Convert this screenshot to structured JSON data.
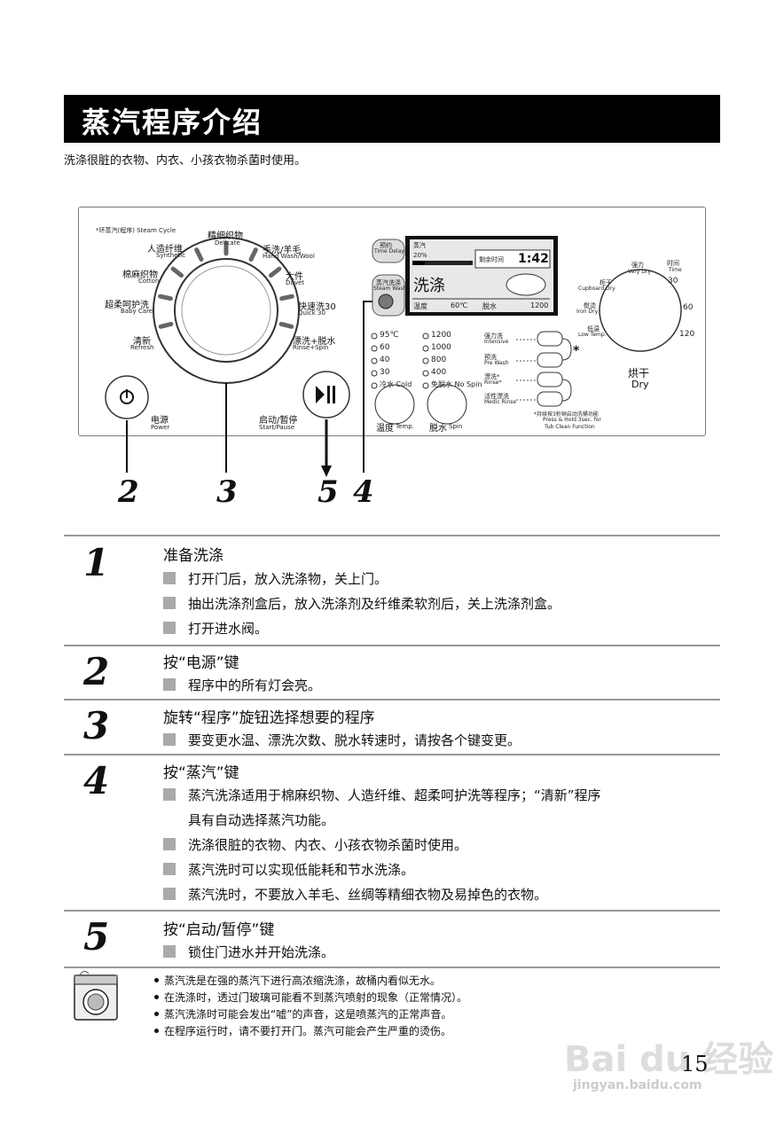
{
  "header": {
    "title": "蒸汽程序介绍",
    "subtitle": "洗涤很脏的衣物、内衣、小孩衣物杀菌时使用。"
  },
  "panel": {
    "steam_cycle_label": "*环蒸汽(程序) Steam Cycle",
    "programs": [
      {
        "zh": "精细织物",
        "en": "Delicate"
      },
      {
        "zh": "手洗/羊毛",
        "en": "Hand Wash/Wool"
      },
      {
        "zh": "大件",
        "en": "Duvet"
      },
      {
        "zh": "快速洗30",
        "en": "Quick 30"
      },
      {
        "zh": "漂洗+脱水",
        "en": "Rinse+Spin"
      },
      {
        "zh": "清新",
        "en": "Refresh"
      },
      {
        "zh": "超柔呵护洗",
        "en": "Baby Care"
      },
      {
        "zh": "棉麻织物",
        "en": "Cotton"
      },
      {
        "zh": "人造纤维",
        "en": "Synthetic"
      }
    ],
    "power": {
      "zh": "电源",
      "en": "Power"
    },
    "start": {
      "zh": "启动/暂停",
      "en": "Start/Pause"
    },
    "time_delay": {
      "zh": "预约",
      "en": "Time Delay"
    },
    "steam_wash": {
      "zh": "蒸汽洗涤",
      "en": "Steam Wash"
    },
    "display": {
      "mode": "蒸汽",
      "percent": "20%",
      "remaining_label": "剩余时间",
      "remaining_time": "1:42",
      "program_name": "洗涤",
      "temp_label": "温度",
      "temp_value": "60℃",
      "spin_label": "脱水",
      "spin_value": "1200"
    },
    "temps": [
      "95℃",
      "60",
      "40",
      "30",
      "冷水 Cold"
    ],
    "spins": [
      "1200",
      "1000",
      "800",
      "400",
      "免脱水 No Spin"
    ],
    "temp_button": {
      "zh": "温度",
      "en": "Temp."
    },
    "spin_button": {
      "zh": "脱水",
      "en": "Spin"
    },
    "options": [
      {
        "zh": "强力洗",
        "en": "Intensive"
      },
      {
        "zh": "预洗",
        "en": "Pre Wash"
      },
      {
        "zh": "漂洗*",
        "en": "Rinse*"
      },
      {
        "zh": "活性漂洗",
        "en": "Medic Rinse"
      }
    ],
    "option_star": "*",
    "tub_clean_note": [
      "*持续按3秒钟启动洗桶功能",
      "Press & Hold 3sec. for",
      "Tub Clean Function"
    ],
    "dry": {
      "title_zh": "烘干",
      "title_en": "Dry",
      "labels": [
        {
          "zh": "柜干",
          "en": "Cupboard Dry"
        },
        {
          "zh": "强力",
          "en": "Very Dry"
        },
        {
          "zh": "时间",
          "en": "Time"
        },
        {
          "zh": "熨烫",
          "en": "Iron Dry"
        },
        {
          "zh": "低温",
          "en": "Low Temp."
        }
      ],
      "times": [
        "30",
        "60",
        "120"
      ]
    }
  },
  "callouts": [
    "2",
    "3",
    "5",
    "4"
  ],
  "steps": [
    {
      "num": "1",
      "title": "准备洗涤",
      "bullets": [
        "打开门后，放入洗涤物，关上门。",
        "抽出洗涤剂盒后，放入洗涤剂及纤维柔软剂后，关上洗涤剂盒。",
        "打开进水阀。"
      ]
    },
    {
      "num": "2",
      "title": "按“电源”键",
      "bullets": [
        "程序中的所有灯会亮。"
      ]
    },
    {
      "num": "3",
      "title": "旋转“程序”旋钮选择想要的程序",
      "bullets": [
        "要变更水温、漂洗次数、脱水转速时，请按各个键变更。"
      ]
    },
    {
      "num": "4",
      "title": "按“蒸汽”键",
      "bullets": [
        "蒸汽洗涤适用于棉麻织物、人造纤维、超柔呵护洗等程序；“清新”程序",
        "洗涤很脏的衣物、内衣、小孩衣物杀菌时使用。",
        "蒸汽洗时可以实现低能耗和节水洗涤。",
        "蒸汽洗时，不要放入羊毛、丝绸等精细衣物及易掉色的衣物。"
      ],
      "continuation": "具有自动选择蒸汽功能。"
    },
    {
      "num": "5",
      "title": "按“启动/暂停”键",
      "bullets": [
        "锁住门进水并开始洗涤。"
      ]
    }
  ],
  "notes": [
    "蒸汽洗是在强的蒸汽下进行高浓缩洗涤，故桶内看似无水。",
    "在洗涤时，透过门玻璃可能看不到蒸汽喷射的现象（正常情况）。",
    "蒸汽洗涤时可能会发出“嘘”的声音，这是喷蒸汽的正常声音。",
    "在程序运行时，请不要打开门。蒸汽可能会产生严重的烫伤。"
  ],
  "page_number": "15",
  "watermark": {
    "brand": "Bai du 经验",
    "url": "jingyan.baidu.com"
  },
  "colors": {
    "title_bg": "#000000",
    "bullet_square": "#aaaaaa",
    "rule": "#999999",
    "display_bg": "#e8e8e8"
  }
}
